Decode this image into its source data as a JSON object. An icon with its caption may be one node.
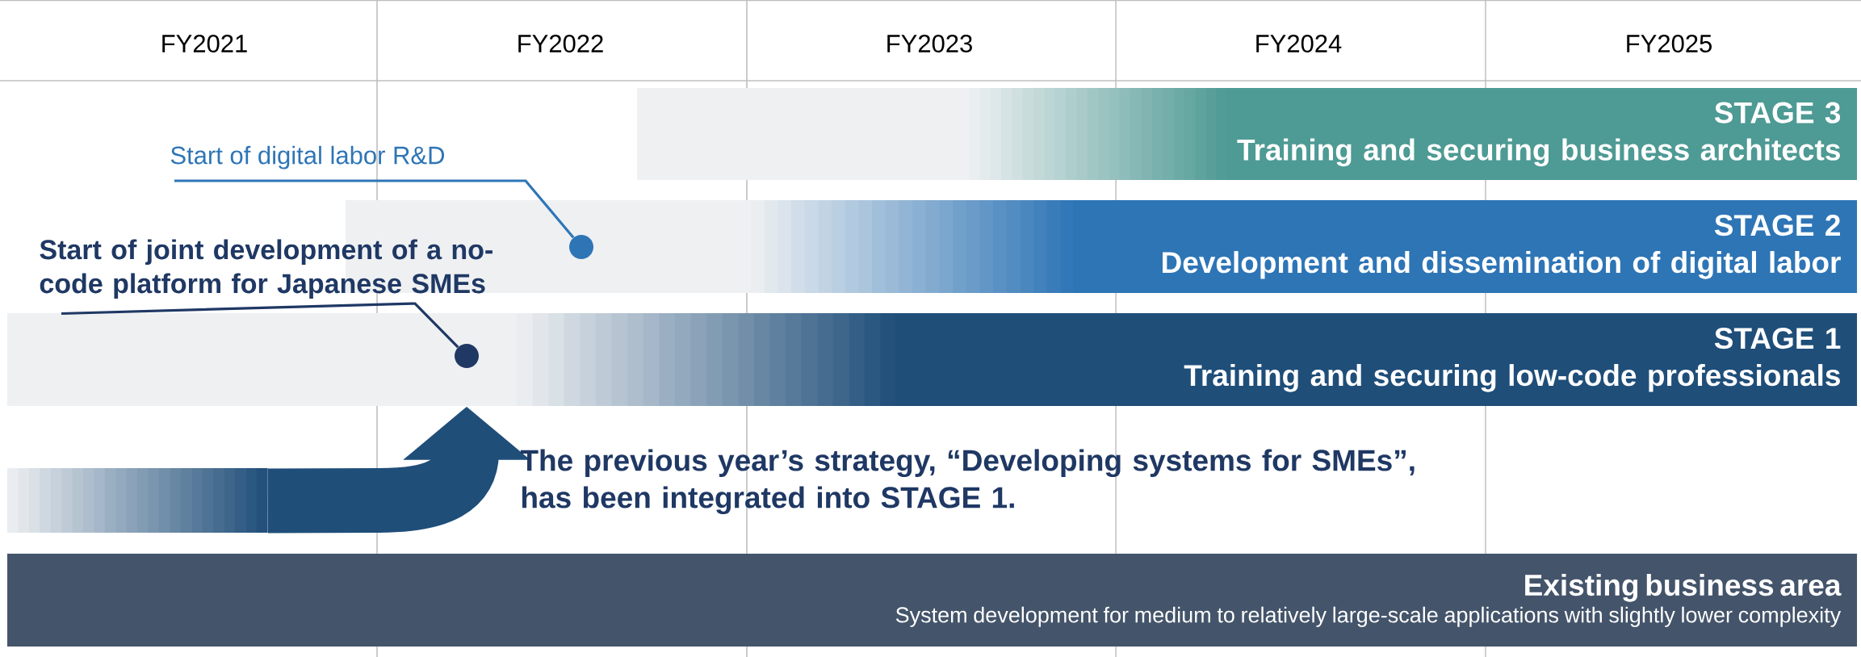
{
  "diagram": {
    "nodes": [
      {
        "text": [
          "STAGE 3",
          "Training and securing business architects"
        ]
      },
      {
        "text": [
          "Start of digital labor R&D"
        ]
      },
      {
        "text": [
          "STAGE 2",
          "Development and dissemination of digital labor"
        ]
      },
      {
        "text": [],
        "shape": "circle"
      },
      {
        "text": [
          "Start of joint development of a no-code platform for Japanese SMEs"
        ]
      },
      {
        "text": [
          "STAGE 1",
          "Training and securing low-code professionals"
        ]
      },
      {
        "text": [],
        "shape": "circle"
      },
      {
        "text": [
          "Existing business area",
          "System development for medium to relatively large-scale applications with slightly lower complexity"
        ]
      },
      {
        "text": [],
        "shape": "bar"
      }
    ],
    "edges": [
      {
        "from": 1,
        "to": 3,
        "arrow": "none",
        "color": "#2e75b6"
      },
      {
        "from": 4,
        "to": 6,
        "arrow": "none",
        "color": "#1f3864"
      },
      {
        "from": 8,
        "to": 5,
        "arrow": "to",
        "style": "thick",
        "color": "#1f4e79"
      }
    ],
    "labels": [
      "FY2021",
      "FY2022",
      "FY2023",
      "FY2024",
      "FY2025",
      "The previous year’s strategy, “Developing systems for SMEs”, has been integrated into STAGE 1."
    ]
  }
}
